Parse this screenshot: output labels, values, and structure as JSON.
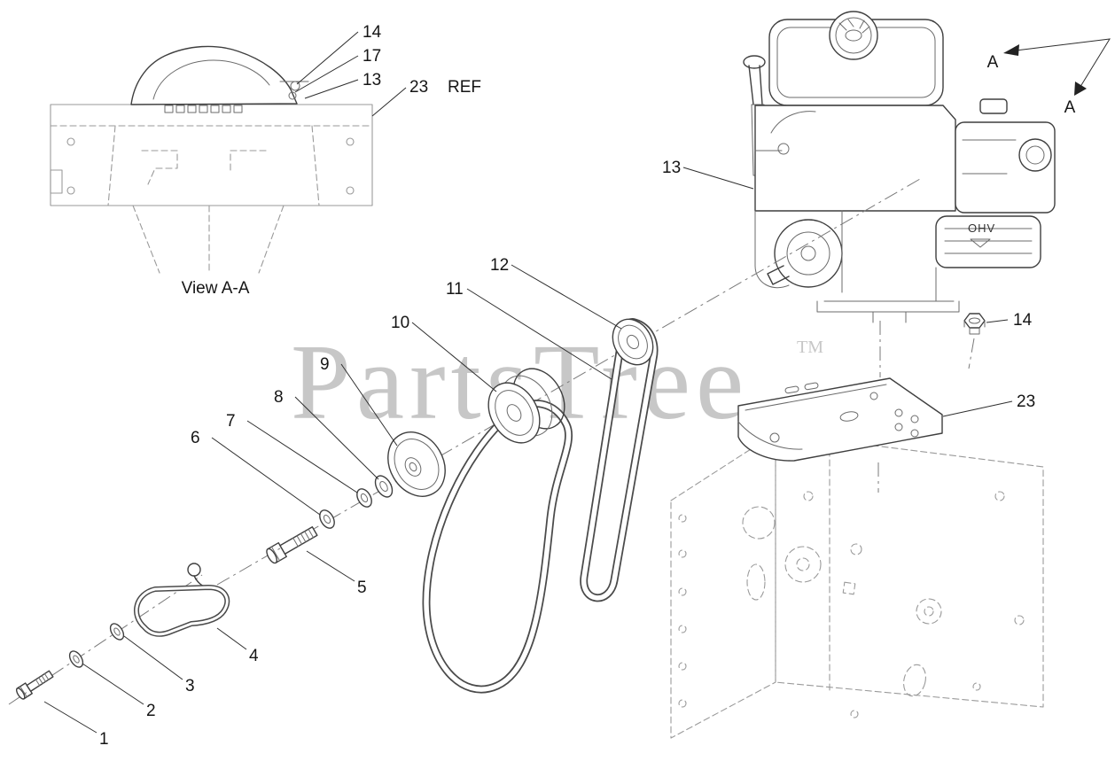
{
  "page": {
    "background": "#ffffff"
  },
  "brand": {
    "watermark": "PartsTree",
    "trademark": "TM",
    "watermark_color": "#c7c7c7"
  },
  "labels": {
    "view_aa": "View A-A",
    "ref": "REF",
    "section_a": "A",
    "ohv": "OHV"
  },
  "callouts": {
    "c1": "1",
    "c2": "2",
    "c3": "3",
    "c4": "4",
    "c5": "5",
    "c6": "6",
    "c7": "7",
    "c8": "8",
    "c9": "9",
    "c10": "10",
    "c11": "11",
    "c12": "12",
    "c13_cover": "13",
    "c13_engine": "13",
    "c14_cover": "14",
    "c14_nut": "14",
    "c17": "17",
    "c23_ref": "23",
    "c23_plate": "23"
  },
  "colors": {
    "line_dark": "#3f3f3f",
    "line_medium": "#6b6b6b",
    "line_light": "#9a9a9a",
    "callout_text": "#151515"
  }
}
